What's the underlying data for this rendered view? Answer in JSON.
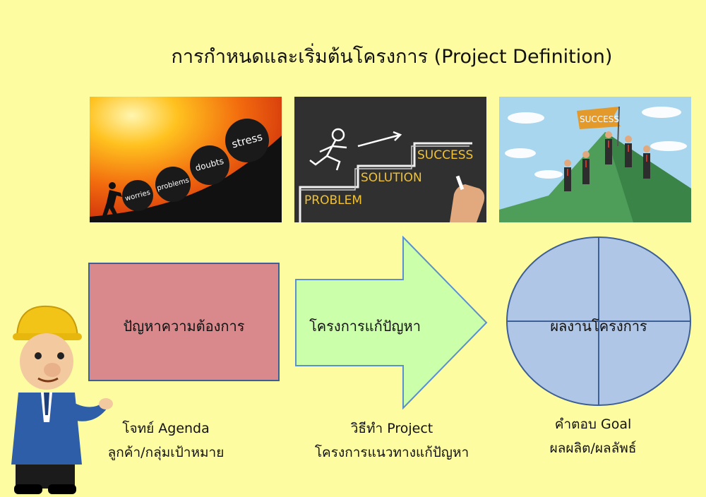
{
  "title": "การกำหนดและเริ่มต้นโครงการ  (Project Definition)",
  "images": {
    "stress": {
      "words": [
        "worries",
        "problems",
        "doubts",
        "stress"
      ]
    },
    "steps": {
      "steps": [
        "PROBLEM",
        "SOLUTION",
        "SUCCESS"
      ]
    },
    "mountain": {
      "flag": "SUCCESS"
    }
  },
  "diagram": {
    "box1": {
      "label": "ปัญหาความต้องการ",
      "color": "#D9898C"
    },
    "arrow": {
      "label": "โครงการแก้ปัญหา",
      "color": "#CCFFAA"
    },
    "circle": {
      "label": "ผลงานโครงการ",
      "color": "#AFC6E6"
    }
  },
  "captions": {
    "left": {
      "line1": "โจทย์ Agenda",
      "line2": "ลูกค้า/กลุ่มเป้าหมาย"
    },
    "middle": {
      "line1": "วิธีทำ Project",
      "line2": "โครงการแนวทางแก้ปัญหา"
    },
    "right": {
      "line1": "คำตอบ Goal",
      "line2": "ผลผลิต/ผลลัพธ์"
    }
  }
}
